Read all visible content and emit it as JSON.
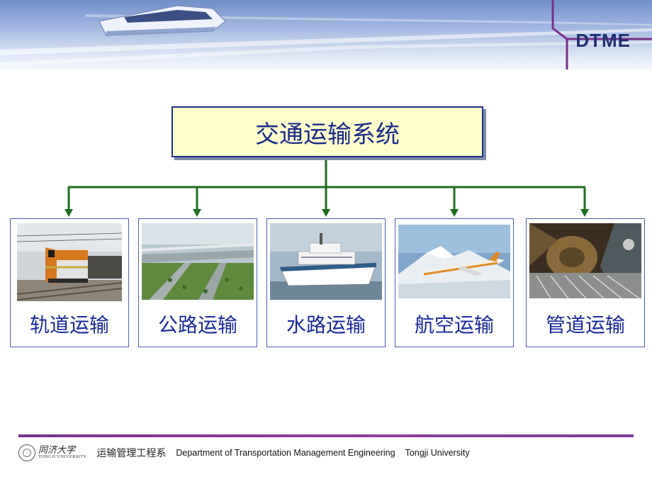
{
  "header": {
    "logo_text": "DTME"
  },
  "diagram": {
    "root_label": "交通运输系统",
    "connector_color": "#1e6e1e",
    "children": [
      {
        "label": "轨道运输",
        "image_icon": "train-photo"
      },
      {
        "label": "公路运输",
        "image_icon": "highway-photo"
      },
      {
        "label": "水路运输",
        "image_icon": "ship-photo"
      },
      {
        "label": "航空运输",
        "image_icon": "airplane-photo"
      },
      {
        "label": "管道运输",
        "image_icon": "pipeline-photo"
      }
    ]
  },
  "footer": {
    "university_cn": "同济大学",
    "university_en": "TONGJI UNIVERSITY",
    "department_cn": "运输管理工程系",
    "department_en": "Department of Transportation Management Engineering",
    "university_name": "Tongji University"
  }
}
